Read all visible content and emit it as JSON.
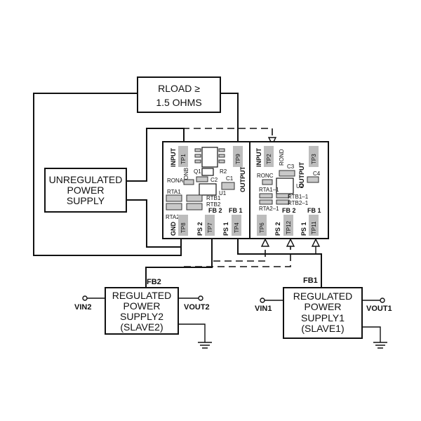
{
  "rload": {
    "line1": "RLOAD ≥",
    "line2": "1.5 OHMS"
  },
  "unregulated": {
    "line1": "UNREGULATED",
    "line2": "POWER",
    "line3": "SUPPLY"
  },
  "supply2": {
    "line1": "REGULATED",
    "line2": "POWER",
    "line3": "SUPPLY2",
    "line4": "(SLAVE2)",
    "vin": "VIN2",
    "vout": "VOUT2",
    "fb": "FB2"
  },
  "supply1": {
    "line1": "REGULATED",
    "line2": "POWER",
    "line3": "SUPPLY1",
    "line4": "(SLAVE1)",
    "vin": "VIN1",
    "vout": "VOUT1",
    "fb": "FB1"
  },
  "board_left": {
    "input": "INPUT",
    "tp1": "TP1",
    "output": "OUTPUT",
    "tp9": "TP9",
    "q1": "Q1",
    "r2": "R2",
    "ronb": "RONB",
    "rona": "RONA",
    "c2": "C2",
    "c1": "C1",
    "u1": "U1",
    "rta1": "RTA1",
    "rtb1": "RTB1",
    "rtb2": "RTB2",
    "rta2": "RTA2",
    "fb2": "FB 2",
    "fb1": "FB 1",
    "gnd": "GND",
    "tp8": "TP8",
    "ps2": "PS 2",
    "tp7": "TP7",
    "ps1": "PS 1",
    "tp4": "TP4"
  },
  "board_right": {
    "input": "INPUT",
    "tp2": "TP2",
    "rond": "ROND",
    "output": "OUTPUT",
    "tp3": "TP3",
    "c3": "C3",
    "c4": "C4",
    "ronc": "RONC",
    "u2": "U2",
    "rta11": "RTA1–1",
    "rtb11": "RTB1–1",
    "rtb21": "RTB2–1",
    "rta21": "RTA2–1",
    "fb2": "FB 2",
    "fb1": "FB 1",
    "tp6": "TP6",
    "ps2": "PS 2",
    "tp12": "TP12",
    "ps1": "PS 1",
    "tp11": "TP11"
  }
}
